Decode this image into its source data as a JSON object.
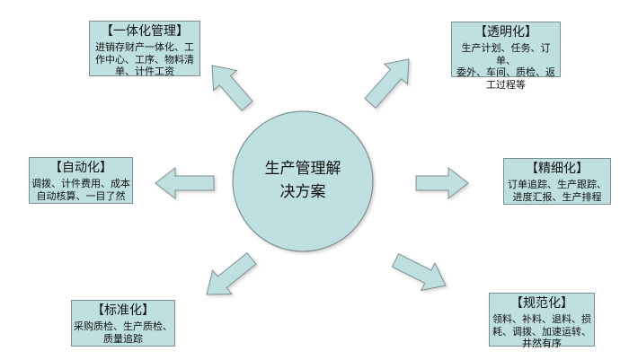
{
  "center": {
    "line1": "生产管理解",
    "line2": "决方案"
  },
  "nodes": {
    "integration": {
      "title": "【一体化管理】",
      "lines": [
        "进销存财产一体化、工",
        "作中心、工序、物料清",
        "单、计件工资"
      ]
    },
    "transparency": {
      "title": "【透明化】",
      "lines": [
        "生产计划、任务、订单、",
        "委外、车间、质检、返",
        "工过程等"
      ]
    },
    "automation": {
      "title": "【自动化】",
      "lines": [
        "调拨、计件费用、成本",
        "自动核算、一目了然"
      ]
    },
    "refinement": {
      "title": "【精细化】",
      "lines": [
        "订单追踪、生产跟踪、",
        "进度汇报、生产排程"
      ]
    },
    "standardization": {
      "title": "【标准化】",
      "lines": [
        "采购质检、生产质检、",
        "质量追踪"
      ]
    },
    "regulation": {
      "title": "【规范化】",
      "lines": [
        "领料、补料、退料、损",
        "耗、调拨、加速运转、",
        "井然有序"
      ]
    }
  },
  "colors": {
    "fill": "#bfe0e0",
    "stroke": "#7e8f90",
    "text": "#111111"
  }
}
